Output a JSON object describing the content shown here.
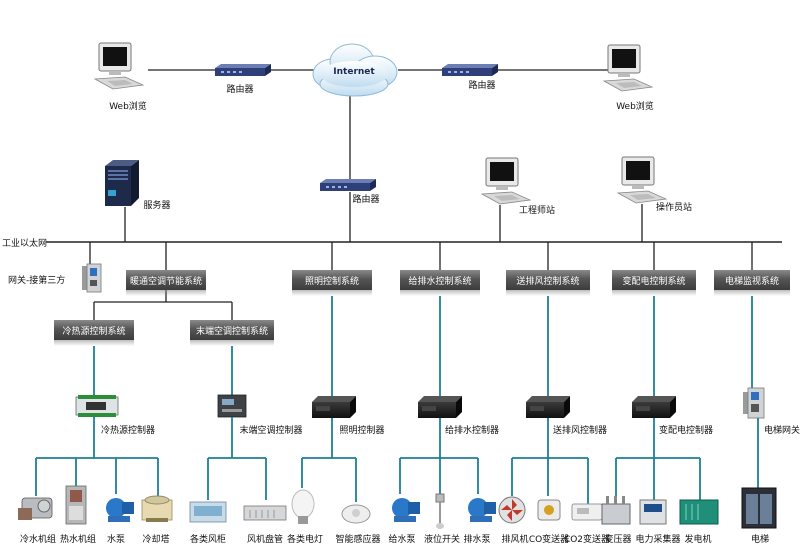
{
  "top": {
    "internet": "Internet",
    "web_left": "Web浏览",
    "web_right": "Web浏览",
    "router_left": "路由器",
    "router_right": "路由器",
    "router_center": "路由器"
  },
  "mid": {
    "server": "服务器",
    "engineer": "工程师站",
    "operator": "操作员站",
    "network": "工业以太网",
    "gateway_third": "网关-接第三方"
  },
  "systems": [
    {
      "name": "暖通空调节能系统"
    },
    {
      "name": "照明控制系统",
      "controller": "照明控制器",
      "devices": [
        "各类电灯",
        "智能感应器"
      ]
    },
    {
      "name": "给排水控制系统",
      "controller": "给排水控制器",
      "devices": [
        "给水泵",
        "液位开关",
        "排水泵"
      ]
    },
    {
      "name": "送排风控制系统",
      "controller": "送排风控制器",
      "devices": [
        "排风机",
        "CO变送器",
        "CO2变送器"
      ]
    },
    {
      "name": "变配电控制系统",
      "controller": "变配电控制器",
      "devices": [
        "变压器",
        "电力采集器",
        "发电机"
      ]
    },
    {
      "name": "电梯监视系统",
      "controller": "电梯网关",
      "devices": [
        "电梯"
      ]
    }
  ],
  "hvac": [
    {
      "name": "冷热源控制系统",
      "controller": "冷热源控制器",
      "devices": [
        "冷水机组",
        "热水机组",
        "水泵",
        "冷却塔"
      ]
    },
    {
      "name": "末端空调控制系统",
      "controller": "末端空调控制器",
      "devices": [
        "各类风柜",
        "风机盘管"
      ]
    }
  ],
  "colors": {
    "line": "#1a1a1a",
    "bus": "#1e7f95",
    "header": "#5b5b5b"
  }
}
